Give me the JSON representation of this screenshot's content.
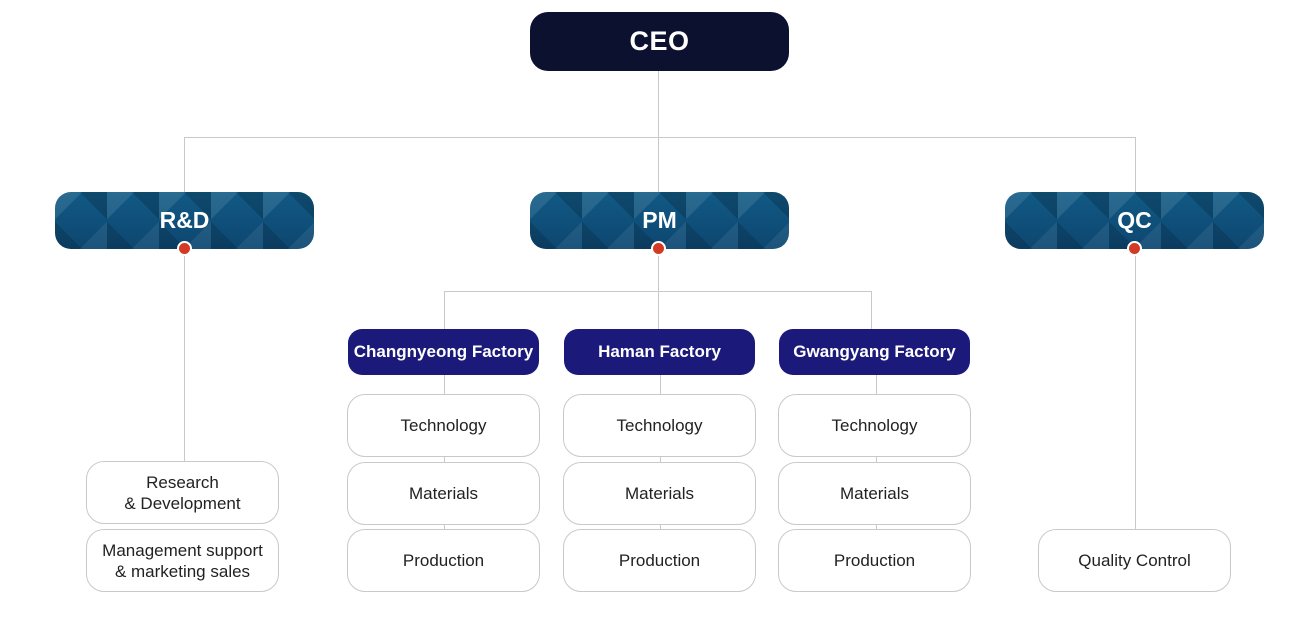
{
  "ceo": {
    "label": "CEO"
  },
  "departments": {
    "rd": {
      "label": "R&D"
    },
    "pm": {
      "label": "PM"
    },
    "qc": {
      "label": "QC"
    }
  },
  "rd_units": [
    "Research\n& Development",
    "Management support\n& marketing sales"
  ],
  "factories": [
    {
      "name": "Changnyeong Factory",
      "units": [
        "Technology",
        "Materials",
        "Production"
      ]
    },
    {
      "name": "Haman Factory",
      "units": [
        "Technology",
        "Materials",
        "Production"
      ]
    },
    {
      "name": "Gwangyang Factory",
      "units": [
        "Technology",
        "Materials",
        "Production"
      ]
    }
  ],
  "qc_units": [
    "Quality Control"
  ],
  "colors": {
    "ceo_bg": "#0d1130",
    "dept_bg": "#0f4f78",
    "factory_bg": "#1b1a7a",
    "dot": "#d23a26",
    "connector": "#c9c9c9"
  }
}
